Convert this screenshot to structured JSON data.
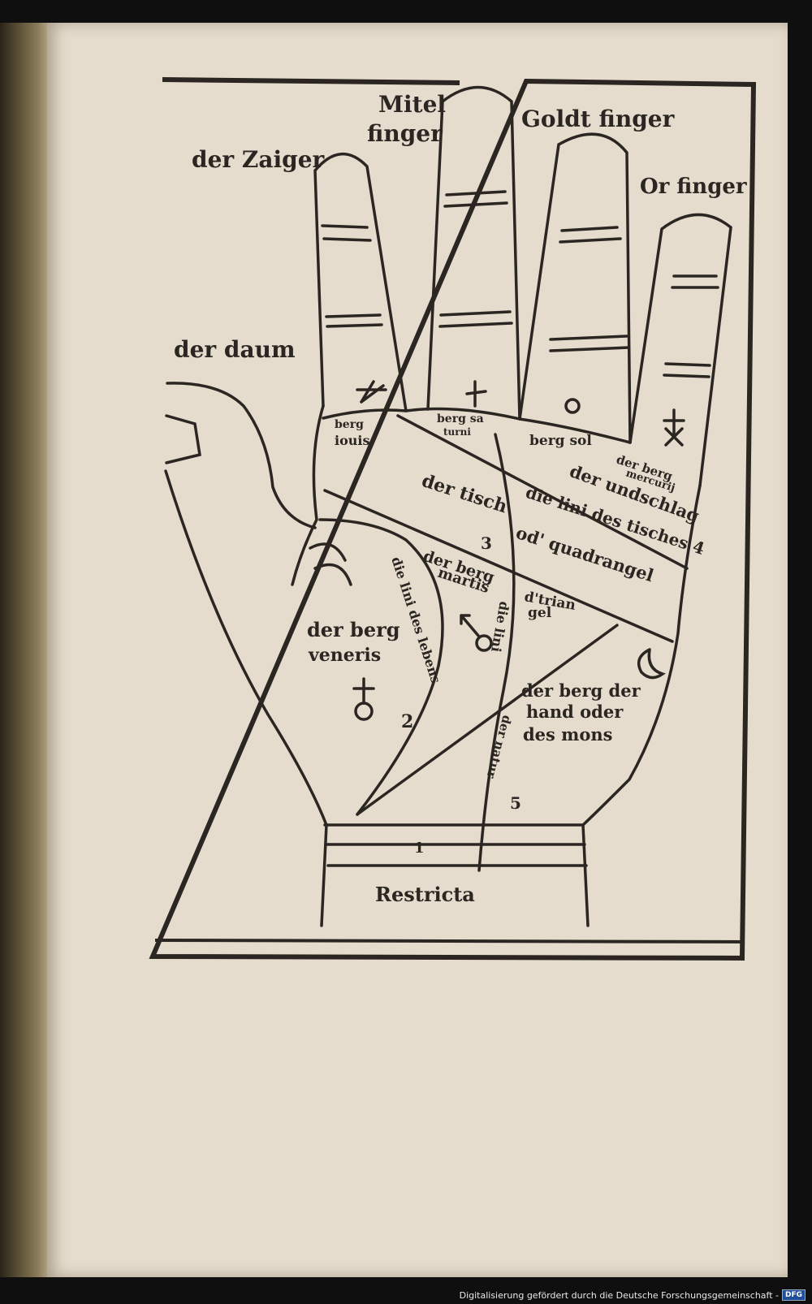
{
  "labels": {
    "mittel": "Mitel",
    "mittel2": "finger",
    "gold": "Goldt finger",
    "zaiger": "der Zaiger",
    "or": "Or finger",
    "daum": "der daum",
    "jovis1": "berg",
    "jovis2": "iouis",
    "saturni1": "berg sa",
    "saturni2": "turni",
    "sol": "berg sol",
    "mercurii1": "der berg",
    "mercurii2": "mercurij",
    "schlag": "der undschlag",
    "tisch": "der tisch",
    "linitisch": "die lini des tisches 4",
    "n3": "3",
    "quadr": "od' quadrangel",
    "martis1": "der berg",
    "martis2": "martis",
    "leb": "die lini des lebens",
    "trian1": "d'trian",
    "trian2": "gel",
    "veneris1": "der berg",
    "veneris2": "veneris",
    "n2": "2",
    "hand1": "der berg der",
    "hand2": "hand oder",
    "hand3": "des mons",
    "lini": "die lini",
    "natur": "der natur",
    "n5": "5",
    "n1": "1",
    "restr": "Restricta"
  },
  "footer": {
    "credit": "Digitalisierung gefördert durch die Deutsche Forschungsgemeinschaft -",
    "logo": "DFG"
  },
  "colors": {
    "ink": "#2b2622",
    "paper": "#e6dccd"
  }
}
